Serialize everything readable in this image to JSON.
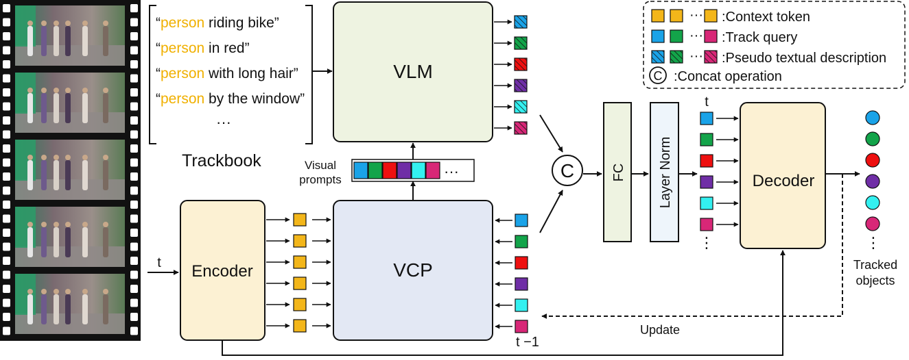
{
  "palette": {
    "cyan_blue": "#1aa3e8",
    "green": "#13a44a",
    "red": "#ee1010",
    "purple": "#6f2ea6",
    "cyan": "#33f0f0",
    "magenta": "#d82777",
    "context_yellow": "#f3b61a",
    "keyword_yellow": "#f0b000",
    "vlm_fill": "#eef3e1",
    "vcp_fill": "#e3e8f4",
    "encoder_fill": "#fcf1d3",
    "decoder_fill": "#fcf1d3",
    "fc_fill": "#eef3e1",
    "layernorm_fill": "#eef5fb"
  },
  "trackbook": {
    "label": "Trackbook",
    "lines": [
      {
        "open": "“",
        "key": "person",
        "rest": " riding bike”"
      },
      {
        "open": "“",
        "key": "person",
        "rest": " in red”"
      },
      {
        "open": "“",
        "key": "person",
        "rest": " with long hair”"
      },
      {
        "open": "“",
        "key": "person",
        "rest": " by the window”"
      }
    ],
    "ellipsis": "···"
  },
  "blocks": {
    "vlm": "VLM",
    "vcp": "VCP",
    "encoder": "Encoder",
    "decoder": "Decoder",
    "fc": "FC",
    "layer_norm": "Layer Norm",
    "concat_symbol": "C"
  },
  "labels": {
    "visual_prompts_line1": "Visual",
    "visual_prompts_line2": "prompts",
    "visual_prompts_ellipsis": "···",
    "t_input": "t",
    "t_decoder": "t",
    "t_minus_1": "t −1",
    "update": "Update",
    "tracked_line1": "Tracked",
    "tracked_line2": "objects",
    "decoder_ellipsis": "⋮",
    "output_ellipsis": "⋮"
  },
  "legend": {
    "items": [
      {
        "text": ":Context token",
        "kind": "context"
      },
      {
        "text": ":Track query",
        "kind": "query"
      },
      {
        "text": ":Pseudo textual description",
        "kind": "pseudo"
      },
      {
        "text": ":Concat operation",
        "kind": "concat"
      }
    ],
    "dots": "···",
    "concat_symbol": "C"
  }
}
